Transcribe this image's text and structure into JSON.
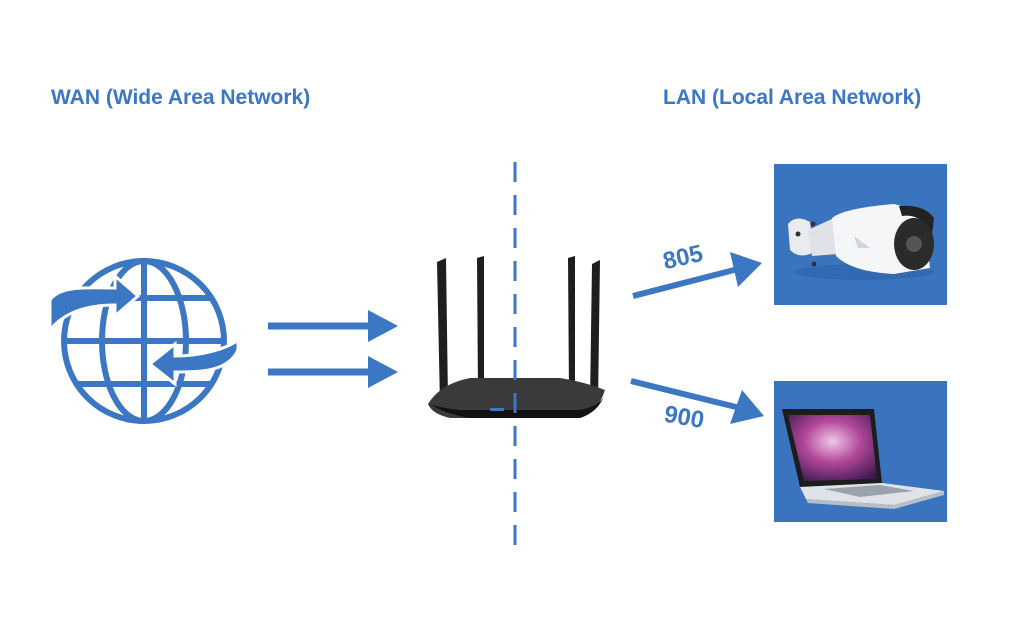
{
  "wan": {
    "title": "WAN (Wide Area Network)",
    "icon": "globe-with-exchange-arrows-icon"
  },
  "lan": {
    "title": "LAN (Local Area Network)"
  },
  "router": {
    "icon": "wifi-router-icon",
    "antennas": 4
  },
  "connections": [
    {
      "from": "wan",
      "to": "router",
      "direction": "inbound"
    },
    {
      "from": "wan",
      "to": "router",
      "direction": "inbound"
    },
    {
      "from": "router",
      "to": "camera",
      "port_label": "805"
    },
    {
      "from": "router",
      "to": "laptop",
      "port_label": "900"
    }
  ],
  "devices": [
    {
      "name": "ip-camera",
      "icon": "security-camera-icon"
    },
    {
      "name": "laptop",
      "icon": "laptop-icon"
    }
  ],
  "colors": {
    "accent": "#3b77c2",
    "device_bg": "#3b74be",
    "router_body": "#2a2a2a"
  }
}
